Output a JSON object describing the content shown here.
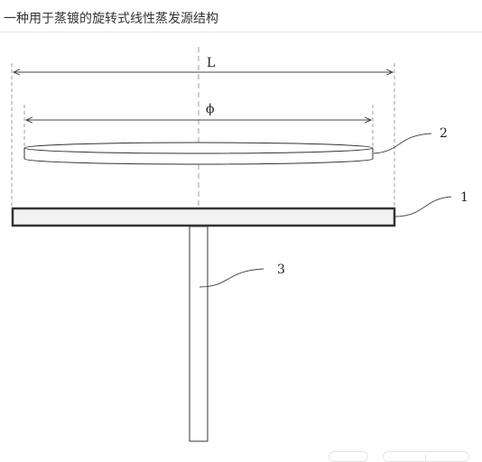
{
  "page": {
    "title": "一种用于蒸镀的旋转式线性蒸发源结构"
  },
  "diagram": {
    "dimension_labels": {
      "overall_width": "L",
      "disc_diameter": "ϕ"
    },
    "callouts": [
      "2",
      "1",
      "3"
    ],
    "colors": {
      "line": "#333333",
      "dashed": "#888888",
      "plate_fill": "#f2f2f2"
    }
  }
}
